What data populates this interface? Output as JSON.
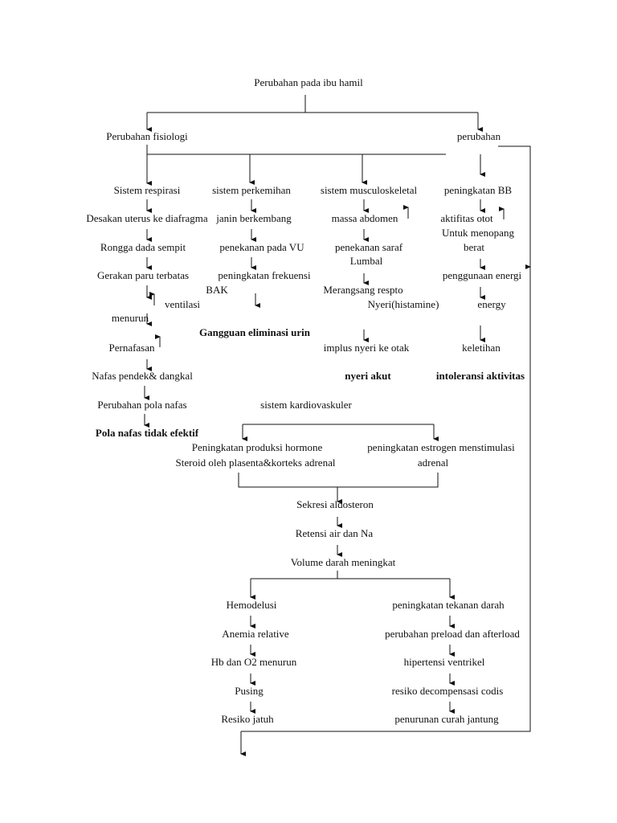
{
  "root": "Perubahan pada  ibu hamil",
  "level1": {
    "fisiologi": "Perubahan fisiologi",
    "perubahan": "perubahan"
  },
  "respirasi": {
    "title": "Sistem respirasi",
    "steps": [
      "Desakan uterus ke diafragma",
      "Rongga dada sempit",
      "Gerakan paru terbatas",
      "ventilasi",
      "menurun",
      "Pernafasan",
      "Nafas pendek& dangkal",
      "Perubahan pola nafas"
    ],
    "diagnosis": "Pola nafas tidak efektif"
  },
  "perkemihan": {
    "title": "sistem perkemihan",
    "steps": [
      "janin berkembang",
      "penekanan pada VU",
      "peningkatan frekuensi",
      "BAK"
    ],
    "diagnosis": "Gangguan eliminasi urin"
  },
  "musculo": {
    "title": "sistem musculoskeletal",
    "steps": [
      "massa abdomen",
      "penekanan saraf",
      "Lumbal",
      "Merangsang respto",
      "Nyeri(histamine)",
      "implus nyeri ke otak"
    ],
    "diagnosis": "nyeri akut"
  },
  "bb": {
    "title": "peningkatan BB",
    "steps": [
      "aktifitas otot",
      "Untuk menopang",
      "berat",
      "penggunaan energi",
      "energy",
      "keletihan"
    ],
    "diagnosis": "intoleransi aktivitas"
  },
  "kardio": {
    "title": "sistem kardiovaskuler",
    "left1": "Peningkatan produksi hormone",
    "left2": "Steroid oleh plasenta&korteks adrenal",
    "right1": "peningkatan estrogen menstimulasi",
    "right2": "adrenal",
    "steps": [
      "Sekresi aldosteron",
      "Retensi air dan  Na",
      "Volume darah meningkat"
    ]
  },
  "hemo": {
    "steps": [
      "Hemodelusi",
      "Anemia relative",
      "Hb dan O2 menurun",
      "Pusing",
      "Resiko jatuh"
    ]
  },
  "tekanan": {
    "steps": [
      "peningkatan tekanan darah",
      "perubahan preload dan afterload",
      "hipertensi ventrikel",
      "resiko decompensasi codis",
      "penurunan curah jantung"
    ]
  }
}
